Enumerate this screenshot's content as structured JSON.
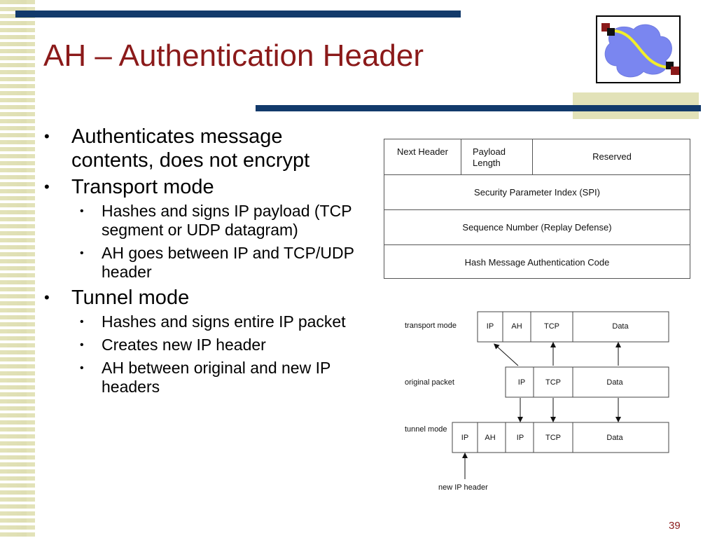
{
  "slide": {
    "title": "AH – Authentication Header",
    "page_number": "39"
  },
  "bullets": [
    {
      "text": "Authenticates message contents, does not encrypt",
      "level": 1
    },
    {
      "text": "Transport mode",
      "level": 1
    },
    {
      "text": "Hashes and signs IP payload (TCP segment or UDP datagram)",
      "level": 2
    },
    {
      "text": "AH goes between IP and TCP/UDP header",
      "level": 2
    },
    {
      "text": "Tunnel mode",
      "level": 1
    },
    {
      "text": "Hashes and signs entire IP packet",
      "level": 2
    },
    {
      "text": "Creates new IP header",
      "level": 2
    },
    {
      "text": "AH between original and new IP headers",
      "level": 2
    }
  ],
  "ah_header": {
    "next_header": "Next Header",
    "payload_length": "Payload Length",
    "reserved": "Reserved",
    "spi": "Security Parameter Index (SPI)",
    "sequence": "Sequence Number (Replay Defense)",
    "hmac": "Hash Message Authentication Code"
  },
  "diagram": {
    "transport_label": "transport mode",
    "original_label": "original packet",
    "tunnel_label": "tunnel mode",
    "new_ip_label": "new IP header",
    "fields": {
      "ip": "IP",
      "ah": "AH",
      "tcp": "TCP",
      "data": "Data"
    }
  },
  "colors": {
    "title": "#8b1a1a",
    "rule": "#123a6b",
    "stripe": "#e2e2b8"
  }
}
